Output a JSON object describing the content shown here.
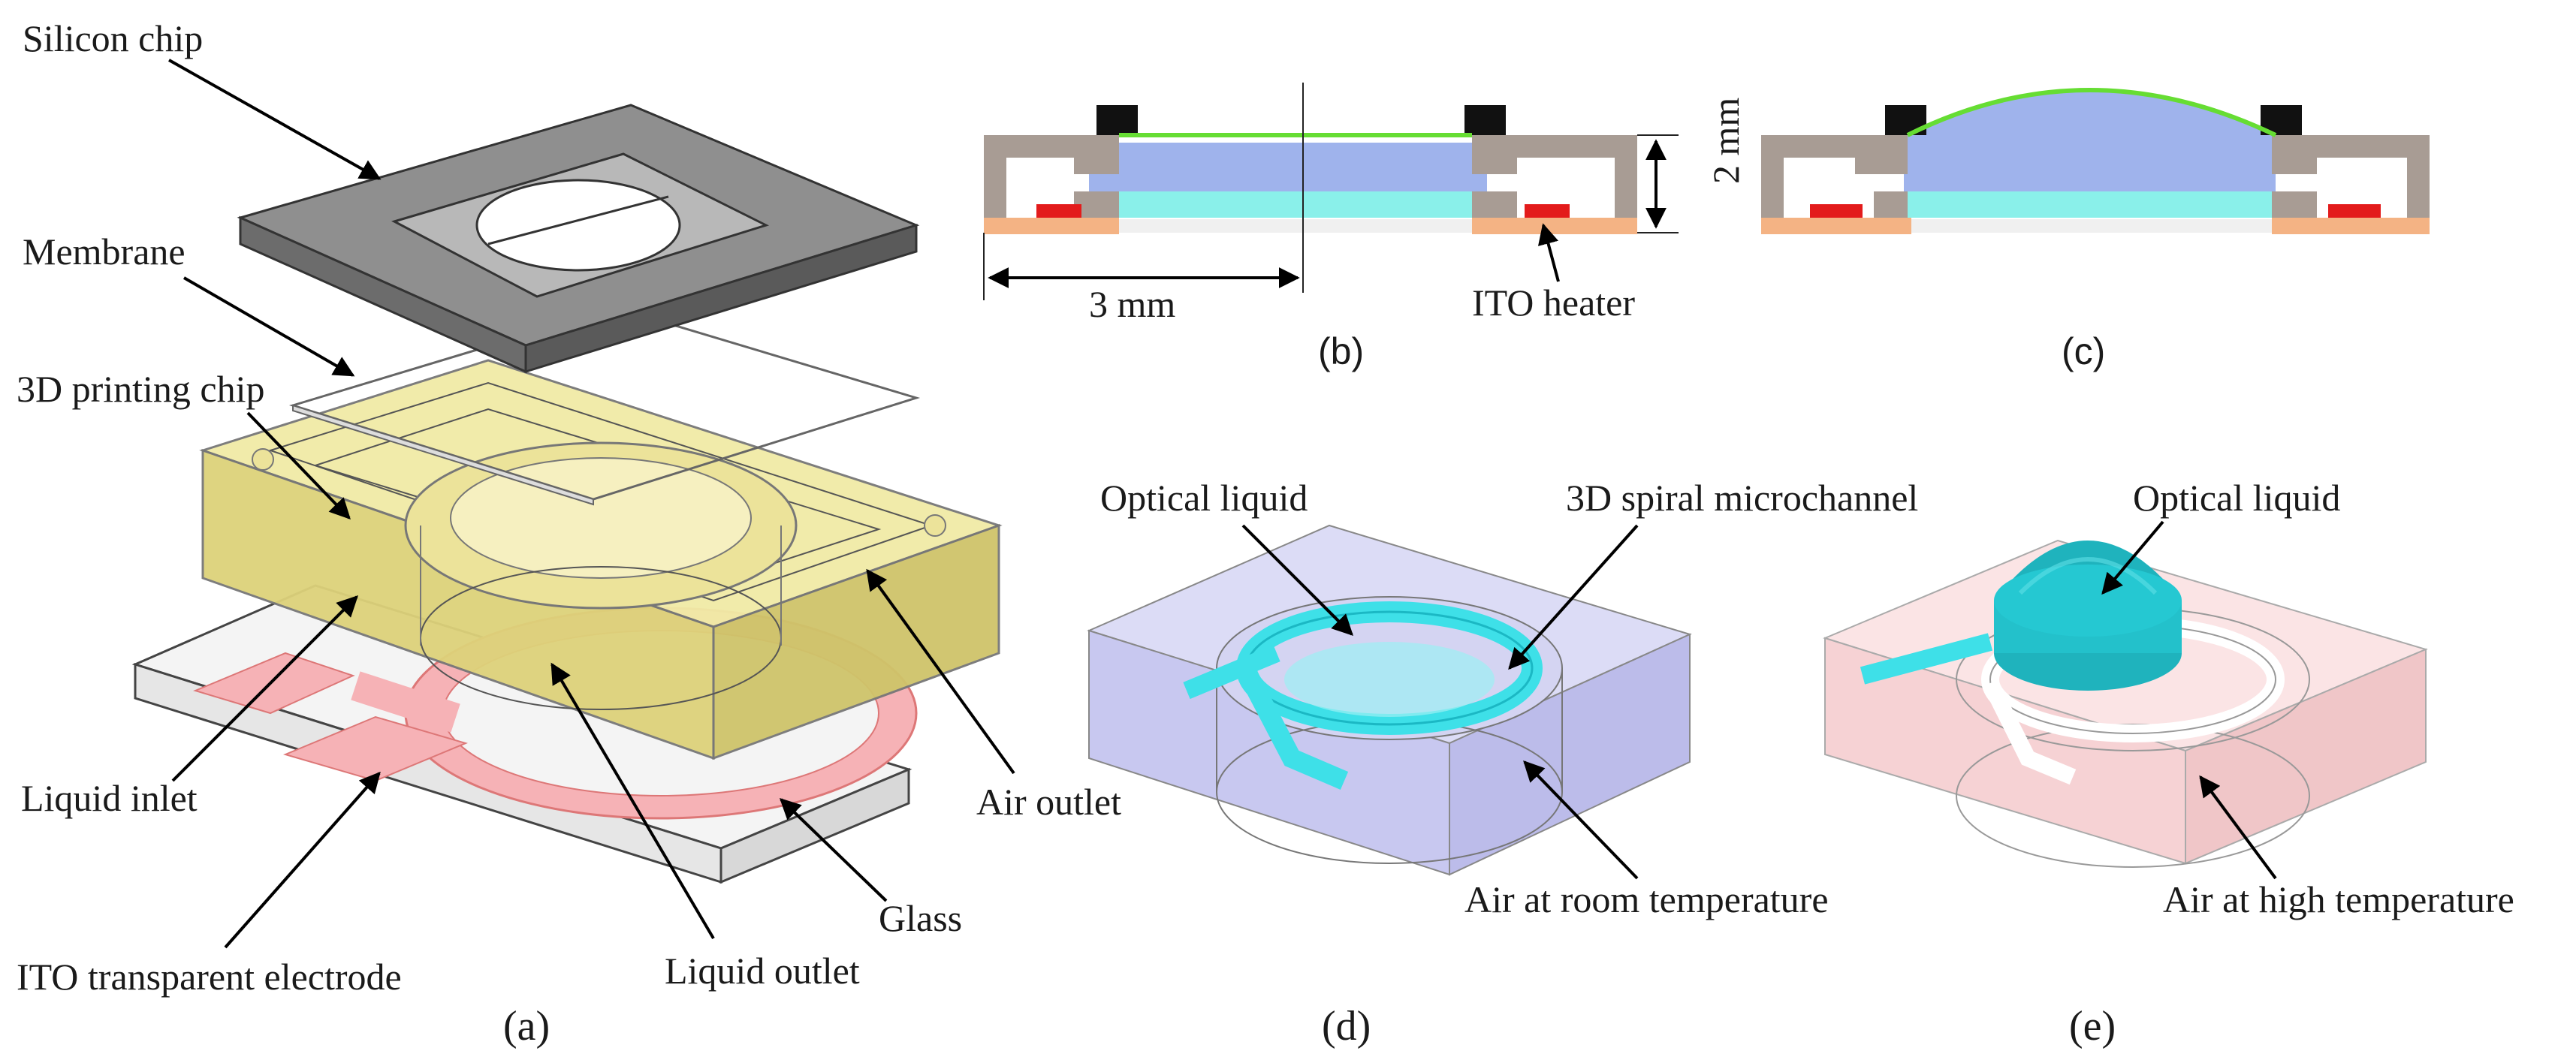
{
  "labels": {
    "silicon_chip": "Silicon chip",
    "membrane": "Membrane",
    "printing_chip": "3D printing chip",
    "liquid_inlet": "Liquid inlet",
    "ito_electrode": "ITO transparent electrode",
    "liquid_outlet": "Liquid outlet",
    "glass": "Glass",
    "air_outlet": "Air outlet",
    "ito_heater": "ITO heater",
    "dim_3mm": "3 mm",
    "dim_2mm": "2 mm",
    "optical_liquid_d": "Optical liquid",
    "spiral_microchannel": "3D spiral microchannel",
    "air_room_temp": "Air at room temperature",
    "optical_liquid_e": "Optical liquid",
    "air_high_temp": "Air at high temperature"
  },
  "panels": {
    "a": "(a)",
    "b": "(b)",
    "c": "(c)",
    "d": "(d)",
    "e": "(e)"
  },
  "colors": {
    "silicon": "#9a9a9a",
    "printing_chip": "#e8e09a",
    "ito": "#f4a3a8",
    "glass": "#f2f2f2",
    "optical_liquid": "#3ee0e8",
    "membrane_line": "#66dd33",
    "heater": "#e31b1b",
    "chip_wall": "#a89c94",
    "liquid_upper": "#9fb3ec",
    "liquid_lower": "#8af0ea",
    "base": "#f4b384",
    "box_d": "#c8c8f0",
    "box_e": "#f6d2d4"
  }
}
